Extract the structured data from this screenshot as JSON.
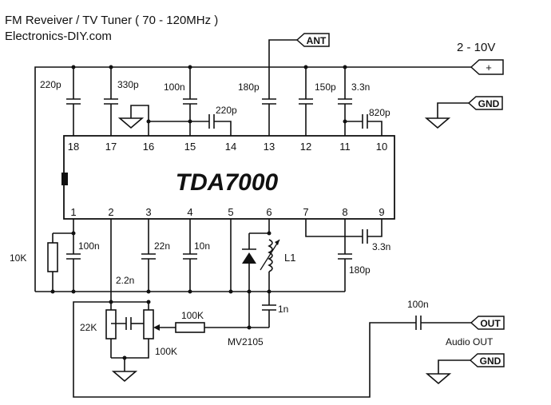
{
  "title": {
    "line1": "FM Reveiver / TV Tuner ( 70 - 120MHz )",
    "line2": "Electronics-DIY.com"
  },
  "chip": {
    "name": "TDA7000",
    "pins_top": [
      "18",
      "17",
      "16",
      "15",
      "14",
      "13",
      "12",
      "11",
      "10"
    ],
    "pins_bottom": [
      "1",
      "2",
      "3",
      "4",
      "5",
      "6",
      "7",
      "8",
      "9"
    ]
  },
  "supply": {
    "voltage": "2 - 10V",
    "plus_label": "+"
  },
  "tags": {
    "antenna": "ANT",
    "gnd_top": "GND",
    "out": "OUT",
    "gnd_bottom": "GND",
    "audio_out": "Audio OUT"
  },
  "components": {
    "c18": "220p",
    "c17": "330p",
    "c15": "100n",
    "c14": "220p",
    "c13": "180p",
    "c12": "150p",
    "c11": "3.3n",
    "c10": "820p",
    "r1": "10K",
    "c1": "100n",
    "c22n": "2.2n",
    "c3": "22n",
    "c4": "10n",
    "l1": "L1",
    "c9": "3.3n",
    "c8": "180p",
    "c1n": "1n",
    "r22k": "22K",
    "r100k_series": "100K",
    "pot100k": "100K",
    "varicap": "MV2105",
    "c_out": "100n"
  },
  "icons": {
    "ground": "ground-icon",
    "capacitor": "capacitor-icon",
    "resistor": "resistor-icon",
    "varicap": "varicap-diode-icon",
    "inductor": "inductor-icon",
    "potentiometer": "potentiometer-icon"
  }
}
